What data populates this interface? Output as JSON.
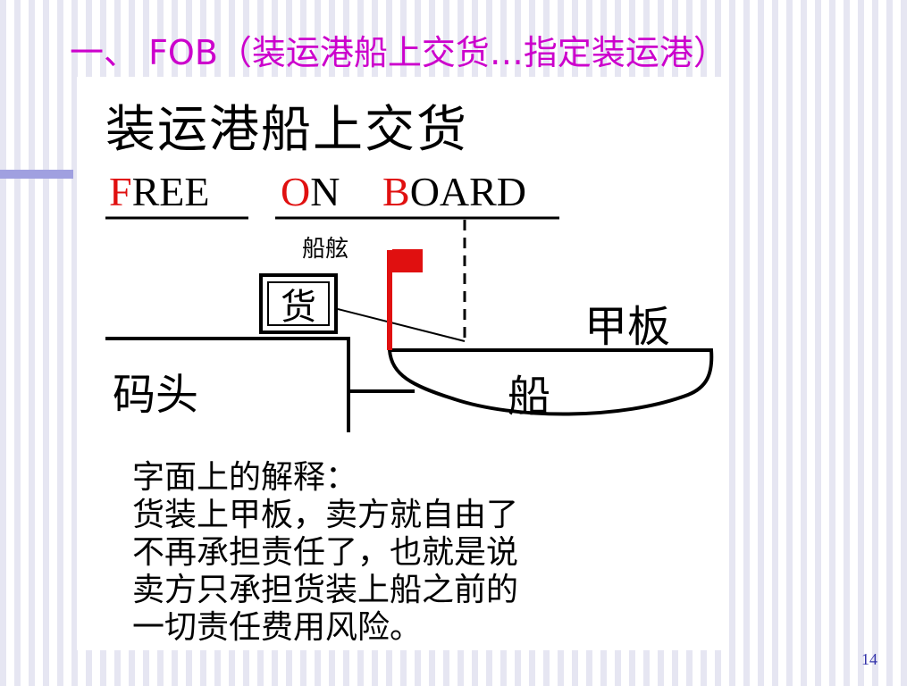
{
  "slide": {
    "title": "一、 FOB（装运港船上交货…指定装运港）",
    "page_number": "14"
  },
  "diagram": {
    "heading": "装运港船上交货",
    "fob_words": [
      {
        "initial": "F",
        "rest": "REE"
      },
      {
        "initial": "O",
        "rest": "N"
      },
      {
        "initial": "B",
        "rest": "OARD"
      }
    ],
    "labels": {
      "ship_rail": "船舷",
      "cargo": "货",
      "deck": "甲板",
      "wharf": "码头",
      "ship": "船"
    },
    "explanation_lines": [
      "字面上的解释：",
      "货装上甲板，卖方就自由了",
      "不再承担责任了，也就是说",
      "卖方只承担货装上船之前的",
      "一切责任费用风险。"
    ],
    "colors": {
      "title": "#cc00cc",
      "initials": "#e01010",
      "flag": "#e01010",
      "accent_bar": "#a0a0e0"
    }
  }
}
